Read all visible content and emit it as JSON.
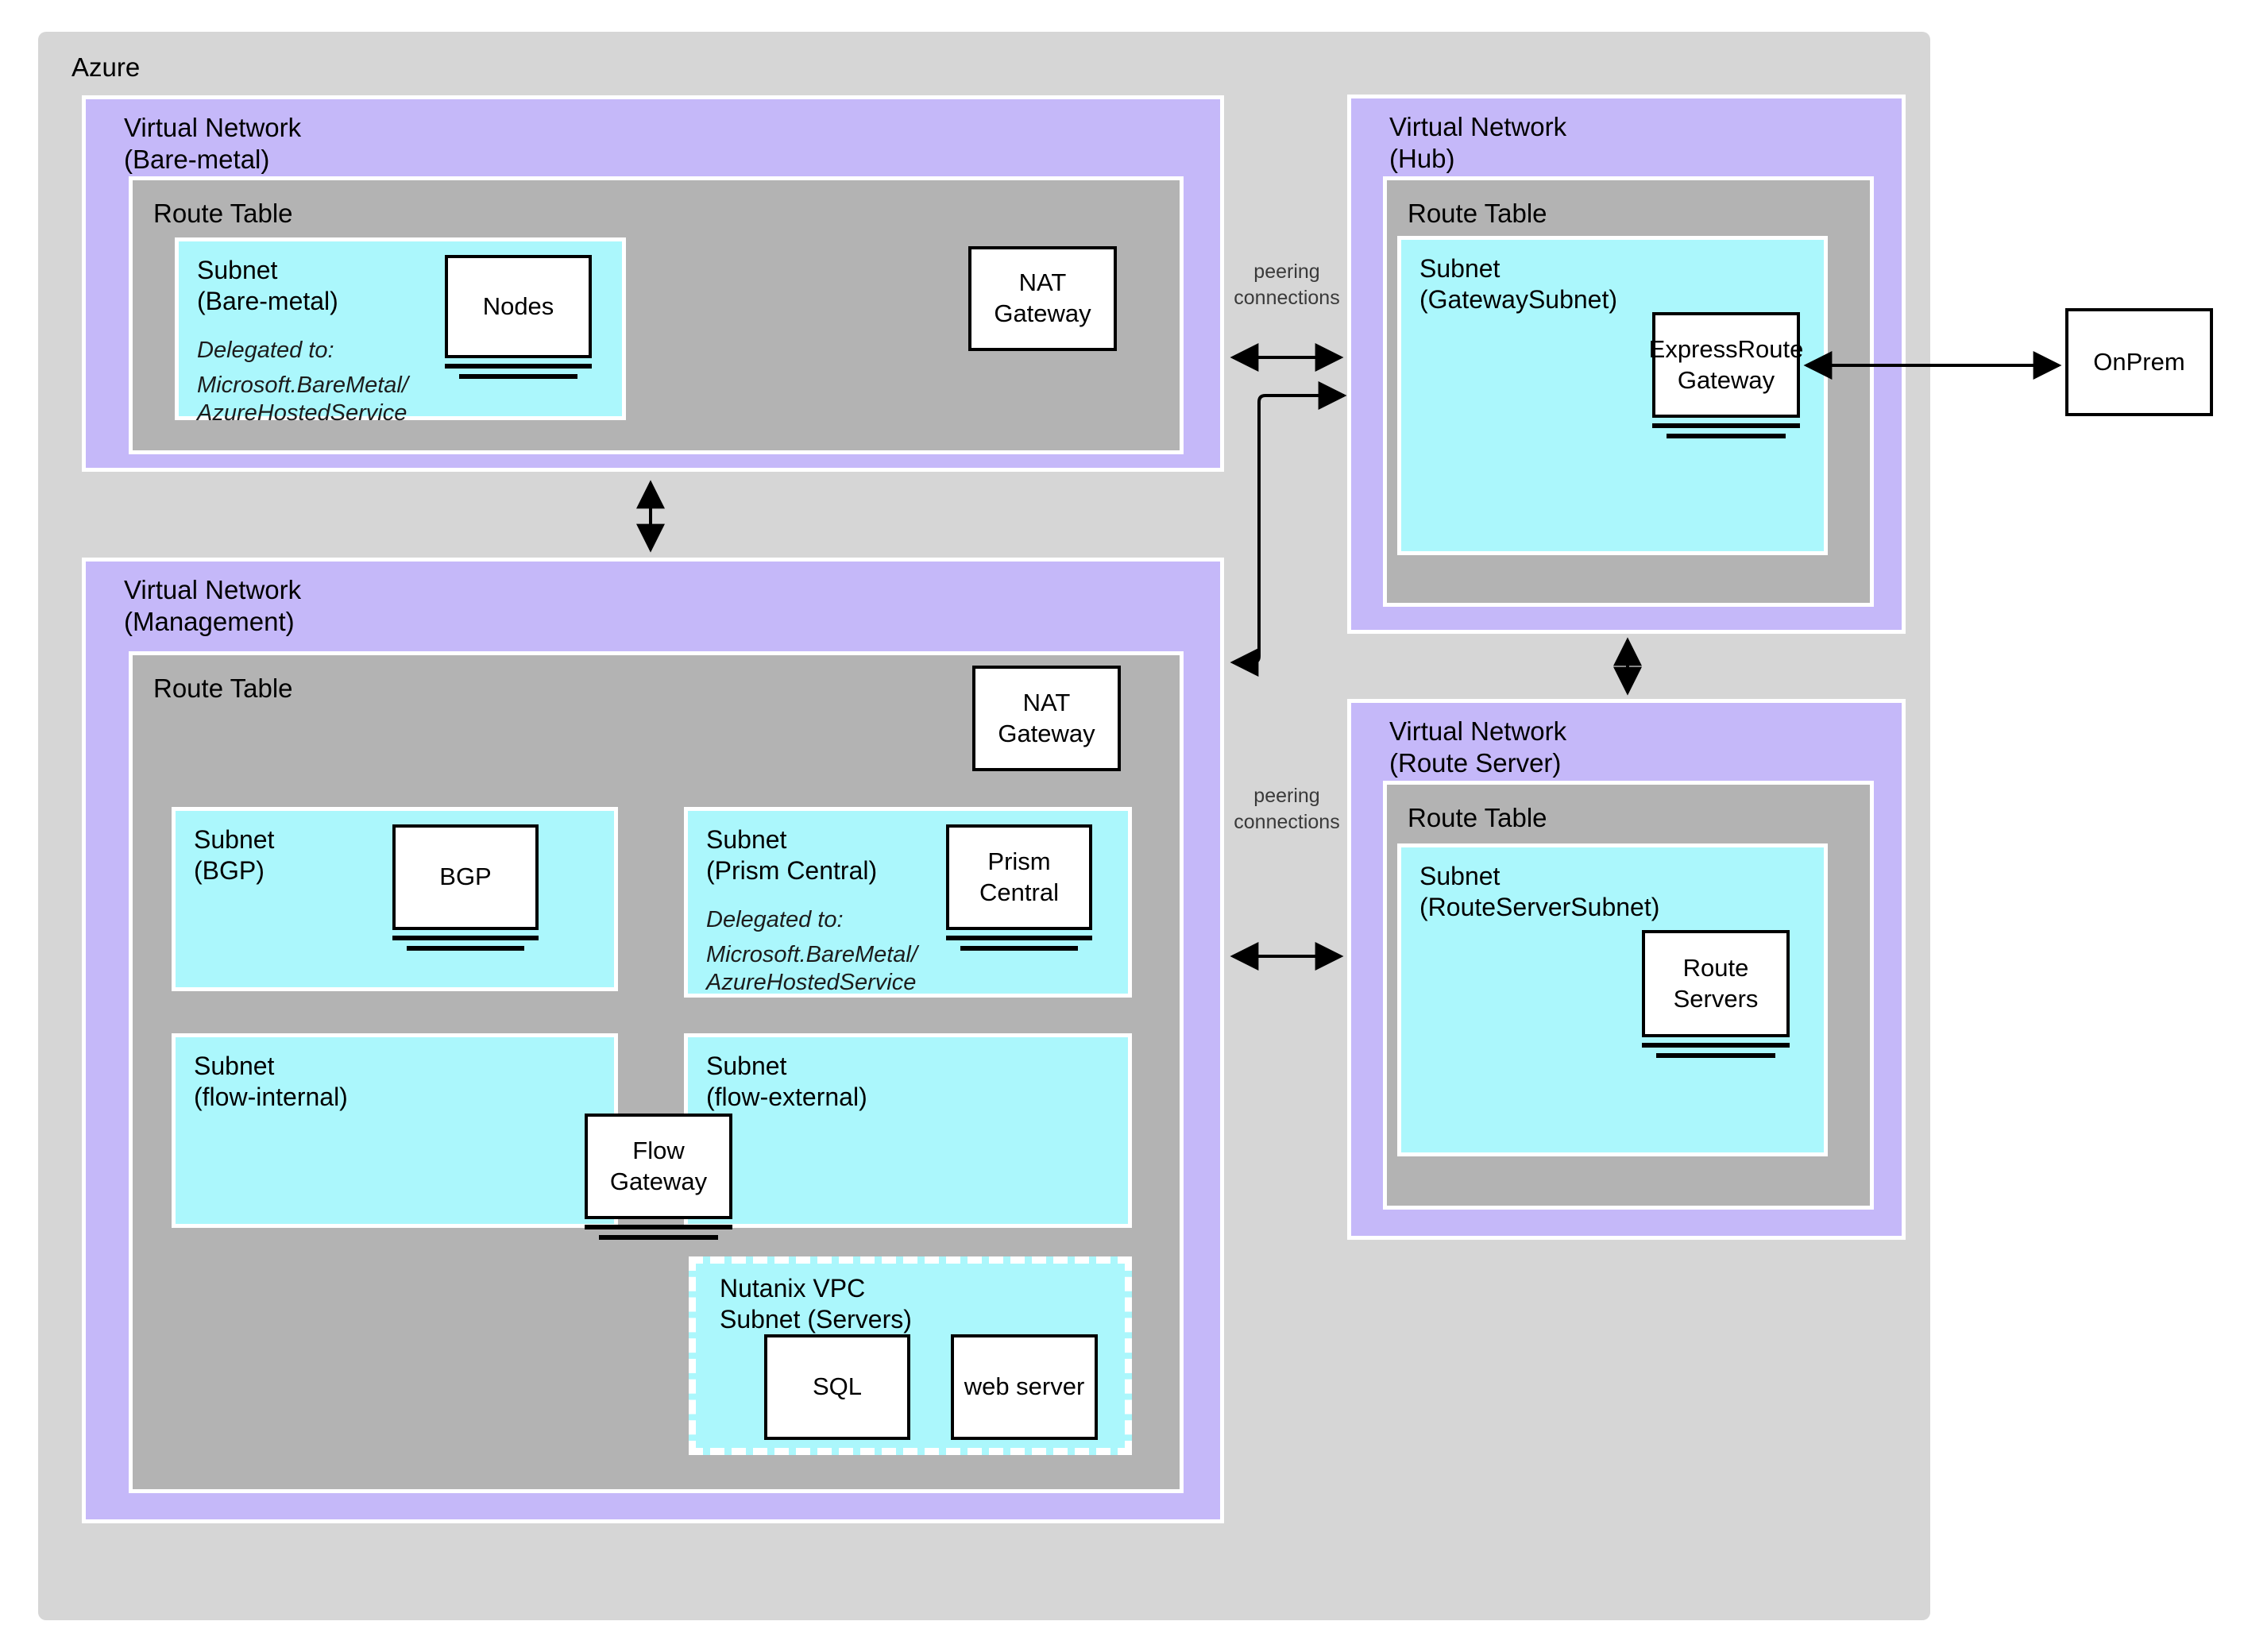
{
  "azure": {
    "label": "Azure"
  },
  "onprem": {
    "label": "OnPrem"
  },
  "peering": {
    "label": "peering\nconnections"
  },
  "bare_metal_vnet": {
    "title": "Virtual Network\n(Bare-metal)",
    "route_table": {
      "title": "Route Table"
    },
    "subnet": {
      "title": "Subnet\n(Bare-metal)",
      "delegated_heading": "Delegated to:",
      "delegated_value": "Microsoft.BareMetal/\nAzureHostedService",
      "nodes_box": "Nodes"
    },
    "nat_gateway": "NAT\nGateway"
  },
  "hub_vnet": {
    "title": "Virtual Network\n(Hub)",
    "route_table": {
      "title": "Route Table"
    },
    "subnet": {
      "title": "Subnet\n(GatewaySubnet)",
      "gateway_box": "ExpressRoute\nGateway"
    }
  },
  "management_vnet": {
    "title": "Virtual Network\n(Management)",
    "route_table": {
      "title": "Route Table"
    },
    "nat_gateway": "NAT\nGateway",
    "bgp_subnet": {
      "title": "Subnet\n(BGP)",
      "bgp_box": "BGP"
    },
    "prism_subnet": {
      "title": "Subnet\n(Prism Central)",
      "delegated_heading": "Delegated to:",
      "delegated_value": "Microsoft.BareMetal/\nAzureHostedService",
      "prism_box": "Prism\nCentral"
    },
    "flow_internal_subnet": {
      "title": "Subnet\n(flow-internal)"
    },
    "flow_external_subnet": {
      "title": "Subnet\n(flow-external)"
    },
    "flow_gateway_box": "Flow\nGateway",
    "nutanix_vpc_subnet": {
      "title": "Nutanix VPC\nSubnet (Servers)",
      "sql_box": "SQL",
      "web_server_box": "web server"
    }
  },
  "route_server_vnet": {
    "title": "Virtual Network\n(Route Server)",
    "route_table": {
      "title": "Route Table"
    },
    "subnet": {
      "title": "Subnet\n(RouteServerSubnet)",
      "route_servers_box": "Route\nServers"
    }
  },
  "colors": {
    "azure_bg": "#d6d6d6",
    "vnet_purple": "#c5b8f9",
    "route_table_gray": "#b3b3b3",
    "subnet_cyan": "#abf7fc",
    "arrow_black": "#000000"
  }
}
